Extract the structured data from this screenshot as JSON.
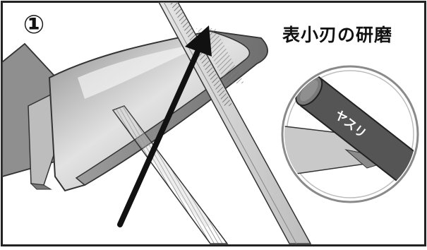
{
  "figure": {
    "step_number": "①",
    "title": "表小刃の研磨",
    "inset_tool_label": "ヤスリ"
  },
  "icons": {
    "direction_arrow": "arrow-icon",
    "file_tool": "file-icon"
  },
  "colors": {
    "blade_light": "#d4d4d4",
    "blade_mid": "#9a9a9a",
    "blade_dark": "#6e6e6e",
    "file_body": "#555555",
    "arrow": "#111111",
    "frame_border": "#222222"
  }
}
